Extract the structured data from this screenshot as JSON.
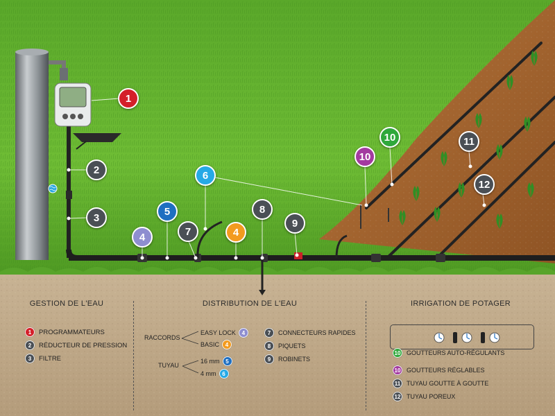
{
  "colors": {
    "red": "#d4202a",
    "gray": "#4a4f55",
    "dark_gray": "#333a40",
    "lavender": "#8e8ed0",
    "orange": "#f39b1f",
    "blue": "#1f6fc1",
    "light_blue": "#26a9e6",
    "green": "#2fa83b",
    "purple": "#a33aa0"
  },
  "callouts": [
    {
      "n": "1",
      "color": "red"
    },
    {
      "n": "2",
      "color": "gray"
    },
    {
      "n": "3",
      "color": "gray"
    },
    {
      "n": "4",
      "color": "lavender"
    },
    {
      "n": "5",
      "color": "blue"
    },
    {
      "n": "7",
      "color": "gray"
    },
    {
      "n": "6",
      "color": "light_blue"
    },
    {
      "n": "4",
      "color": "orange"
    },
    {
      "n": "8",
      "color": "gray"
    },
    {
      "n": "9",
      "color": "gray"
    },
    {
      "n": "10",
      "color": "purple"
    },
    {
      "n": "10",
      "color": "green"
    },
    {
      "n": "11",
      "color": "gray"
    },
    {
      "n": "12",
      "color": "gray"
    }
  ],
  "legend": {
    "gestion": {
      "title": "GESTION DE L'EAU",
      "items": [
        {
          "n": "1",
          "label": "PROGRAMMATEURS"
        },
        {
          "n": "2",
          "label": "RÉDUCTEUR DE PRESSION"
        },
        {
          "n": "3",
          "label": "FILTRE"
        }
      ]
    },
    "distribution": {
      "title": "DISTRIBUTION DE L'EAU",
      "raccords_label": "RACCORDS",
      "easy_lock": "EASY LOCK",
      "easy_lock_n": "4",
      "basic": "BASIC",
      "basic_n": "4",
      "tuyau_label": "TUYAU",
      "mm16": "16 mm",
      "mm16_n": "5",
      "mm4": "4 mm",
      "mm4_n": "6",
      "right_items": [
        {
          "n": "7",
          "label": "CONNECTEURS RAPIDES"
        },
        {
          "n": "8",
          "label": "PIQUETS"
        },
        {
          "n": "9",
          "label": "ROBINETS"
        }
      ]
    },
    "irrigation": {
      "title": "IRRIGATION DE POTAGER",
      "items": [
        {
          "n": "10",
          "label": "GOUTTEURS AUTO-RÉGULANTS"
        },
        {
          "n": "10",
          "label": "GOUTTEURS RÉGLABLES"
        },
        {
          "n": "11",
          "label": "TUYAU GOUTTE À GOUTTE"
        },
        {
          "n": "12",
          "label": "TUYAU POREUX"
        }
      ]
    }
  }
}
